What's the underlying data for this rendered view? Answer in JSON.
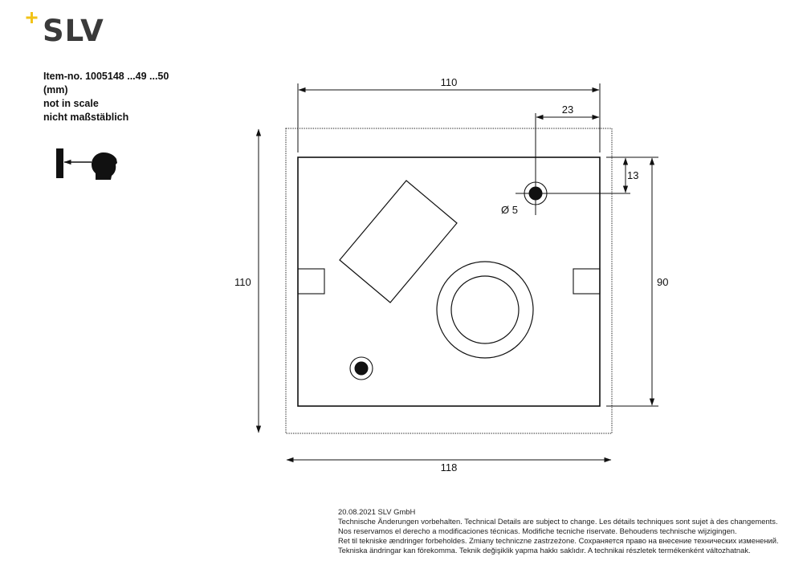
{
  "brand": {
    "logo_text": "SLV",
    "accent_color": "#f2c318",
    "text_color": "#3a3a3a"
  },
  "info": {
    "item_no": "Item-no. 1005148 ...49 ...50",
    "unit": "(mm)",
    "scale_en": "not in scale",
    "scale_de": "nicht maßstäblich"
  },
  "icons": {
    "viewing_direction": "wall-viewer-head-icon"
  },
  "drawing": {
    "dim_top_width": "110",
    "dim_hole_offset_x": "23",
    "dim_hole_offset_y": "13",
    "dim_hole_diameter": "Ø 5",
    "dim_left_height": "110",
    "dim_right_height": "90",
    "dim_bottom_width": "118"
  },
  "footer": {
    "date_company": "20.08.2021  SLV GmbH",
    "line1": "Technische Änderungen vorbehalten. Technical Details are subject to change. Les détails techniques sont sujet à des changements.",
    "line2": "Nos reservamos el derecho a modificaciones técnicas. Modifiche tecniche riservate. Behoudens technische wijzigingen.",
    "line3": "Ret til tekniske ændringer forbeholdes. Zmiany techniczne zastrzeżone. Сохраняется право на внесение технических изменений.",
    "line4": "Tekniska ändringar kan förekomma. Teknik değişiklik yapma hakkı saklıdır. A technikai részletek termékenként változhatnak."
  }
}
